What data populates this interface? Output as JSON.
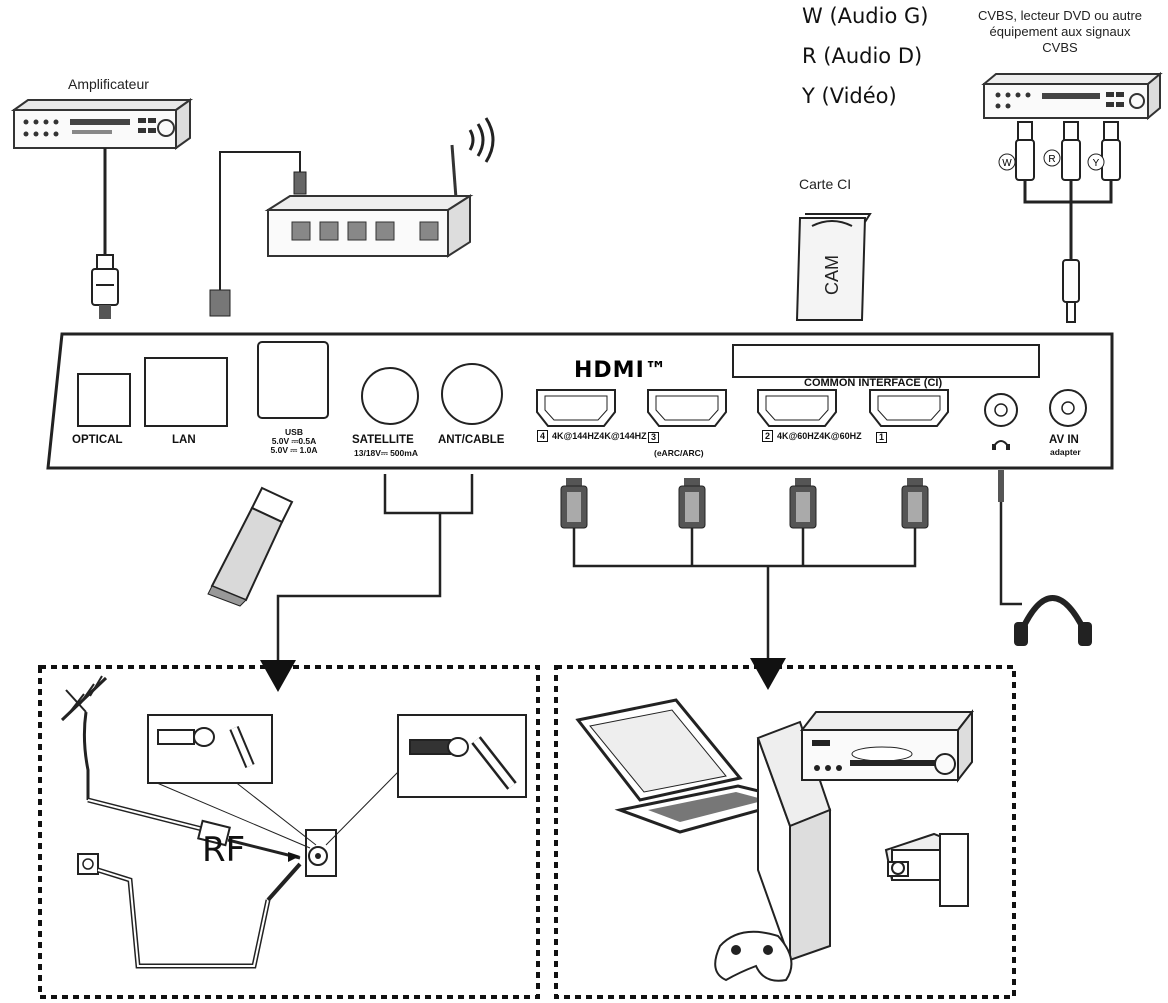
{
  "labels": {
    "amplifier": "Amplificateur",
    "cvbs_device": [
      "CVBS, lecteur DVD ou autre",
      "équipement aux signaux",
      "CVBS"
    ],
    "audio_left": "W (Audio G)",
    "audio_right": "R (Audio D)",
    "video": "Y (Vidéo)",
    "ci_card": "Carte CI",
    "cam": "CAM",
    "rf": "RF",
    "plug_w": "W",
    "plug_r": "R",
    "plug_y": "Y"
  },
  "panel": {
    "optical": "OPTICAL",
    "lan": "LAN",
    "usb": "USB",
    "usb_spec1": "5.0V ⎓0.5A",
    "usb_spec2": "5.0V ⎓ 1.0A",
    "satellite": "SATELLITE",
    "satellite_spec": "13/18V⎓ 500mA",
    "ant_cable": "ANT/CABLE",
    "hdmi_logo": "HDMI™",
    "hdmi4": "4K@144HZ4K@144HZ",
    "hdmi4_num": "4",
    "hdmi3_num": "3",
    "earc": "(eARC/ARC)",
    "hdmi2": "4K@60HZ4K@60HZ",
    "hdmi2_num": "2",
    "hdmi1_num": "1",
    "common_interface": "COMMON INTERFACE (CI)",
    "av_in": "AV IN",
    "adapter": "adapter"
  },
  "icons": [
    "amplifier-icon",
    "router-icon",
    "dvd-player-icon",
    "ci-card-icon",
    "usb-stick-icon",
    "headphones-icon",
    "antenna-icon",
    "laptop-icon",
    "game-console-icon",
    "camcorder-icon"
  ]
}
